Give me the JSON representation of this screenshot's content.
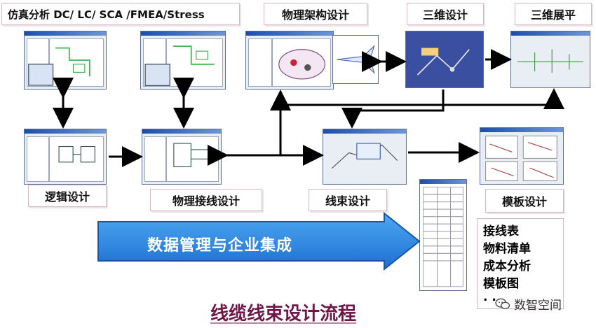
{
  "labels": {
    "simulation": "仿真分析  DC/ LC/ SCA /FMEA/Stress",
    "physical_arch": "物理架构设计",
    "three_d": "三维设计",
    "three_d_flat": "三维展平",
    "logic": "逻辑设计",
    "physical_wiring": "物理接线设计",
    "harness": "线束设计",
    "template": "模板设计"
  },
  "arrow_text": "数据管理与企业集成",
  "outputs": [
    "接线表",
    "物料清单",
    "成本分析",
    "模板图"
  ],
  "outputs_ellipsis": ". .",
  "footer_title": "线缆线束设计流程",
  "watermark": "数智空间",
  "colors": {
    "arrow": "#2f86e0",
    "title": "#6e1748",
    "border": "#d7b9c5"
  }
}
